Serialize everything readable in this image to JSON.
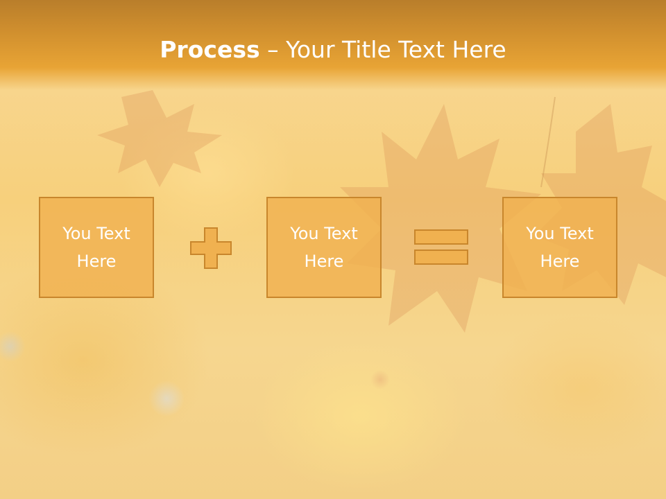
{
  "slide": {
    "title_bold": "Process",
    "title_rest": " – Your Title Text Here"
  },
  "boxes": [
    {
      "text": "You Text\nHere"
    },
    {
      "text": "You Text\nHere"
    },
    {
      "text": "You Text\nHere"
    }
  ],
  "operators": {
    "first": "plus-icon",
    "second": "equals-icon"
  },
  "colors": {
    "header": "#e8a435",
    "box_fill": "#f0b150",
    "box_border": "#c8862c",
    "text": "#ffffff"
  }
}
